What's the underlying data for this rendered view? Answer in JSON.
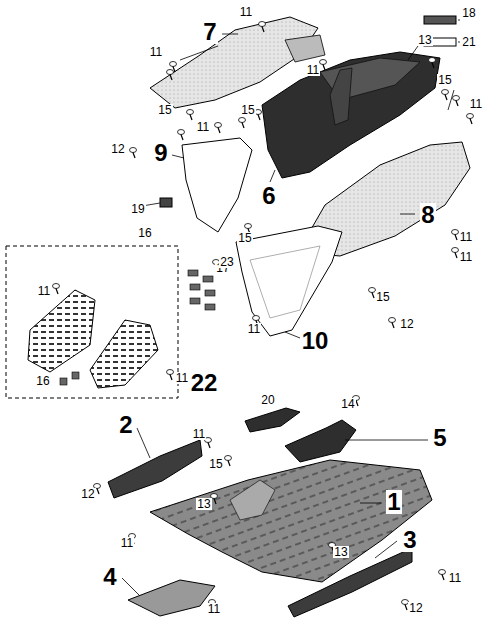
{
  "diagram": {
    "labels": [
      "7",
      "18",
      "11",
      "21",
      "11",
      "13",
      "11",
      "15",
      "15",
      "11",
      "15",
      "11",
      "12",
      "9",
      "6",
      "19",
      "16",
      "15",
      "8",
      "17",
      "11",
      "11",
      "15",
      "12",
      "10",
      "11",
      "23",
      "11",
      "16",
      "11",
      "22",
      "20",
      "14",
      "2",
      "11",
      "15",
      "5",
      "12",
      "13",
      "1",
      "3",
      "11",
      "13",
      "11",
      "4",
      "11",
      "12"
    ]
  }
}
